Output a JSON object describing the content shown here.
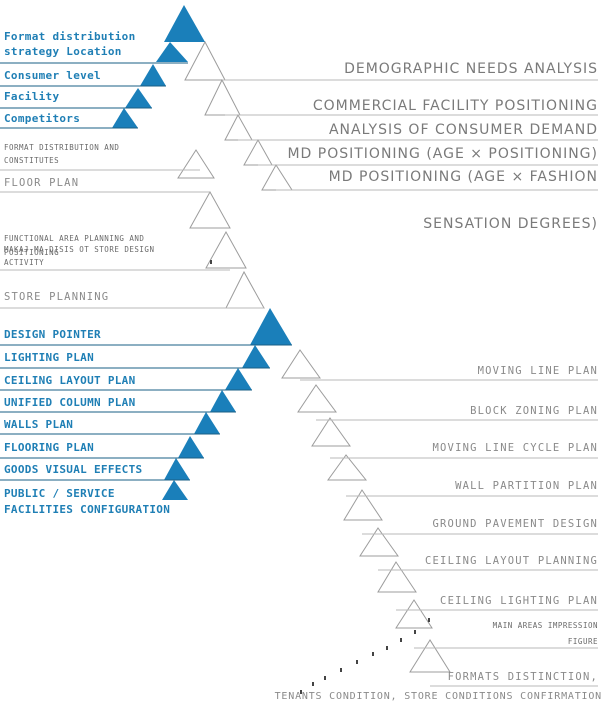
{
  "left_top": {
    "format_distribution": "Format distribution",
    "strategy_location": "strategy Location",
    "consumer_level": "Consumer level",
    "facility": "Facility",
    "competitors": "Competitors"
  },
  "right_top": {
    "demographic": "DEMOGRAPHIC NEEDS ANALYSIS",
    "commercial": "COMMERCIAL FACILITY POSITIONING",
    "consumer_demand": "ANALYSIS OF CONSUMER DEMAND",
    "md_positioning_1": "MD POSITIONING (AGE × POSITIONING)",
    "md_positioning_2a": "MD POSITIONING (AGE × FASHION",
    "md_positioning_2b": "SENSATION DEGREES)"
  },
  "left_mid": {
    "format_constitutes_a": "FORMAT DISTRIBUTION AND",
    "format_constitutes_b": "CONSTITUTES",
    "floor_plan": "FLOOR PLAN",
    "functional_a": "FUNCTIONAL AREA PLANNING AND",
    "functional_b": "POSITIONING",
    "store_design_a": "MAKAJ MA DISIS OT STORE DESIGN",
    "store_design_b": "ACTIVITY",
    "store_planning": "STORE PLANNING"
  },
  "left_bottom": {
    "design_pointer": "DESIGN POINTER",
    "lighting_plan": "LIGHTING PLAN",
    "ceiling_layout": "CEILING LAYOUT PLAN",
    "unified_column": "UNIFIED COLUMN PLAN",
    "walls_plan": "WALLS PLAN",
    "flooring_plan": "FLOORING PLAN",
    "goods_visual": "GOODS VISUAL EFFECTS",
    "public_service": "PUBLIC / SERVICE",
    "facilities_config": "FACILITIES CONFIGURATION"
  },
  "right_bottom": {
    "moving_line": "MOVING LINE PLAN",
    "block_zoning": "BLOCK ZONING PLAN",
    "moving_line_cycle": "MOVING LINE CYCLE PLAN",
    "wall_partition": "WALL PARTITION PLAN",
    "ground_pavement": "GROUND PAVEMENT DESIGN",
    "ceiling_layout_planning": "CEILING LAYOUT PLANNING",
    "ceiling_lighting": "CEILING LIGHTING PLAN",
    "main_areas_a": "MAIN AREAS IMPRESSION",
    "main_areas_b": "FIGURE",
    "formats_distinction": "FORMATS DISTINCTION,",
    "tenants_condition": "TENANTS CONDITION, STORE CONDITIONS CONFIRMATION"
  },
  "colors": {
    "blue": "#1f7fb5",
    "line": "#1a5f86",
    "gray_line": "#b9b9b9"
  }
}
